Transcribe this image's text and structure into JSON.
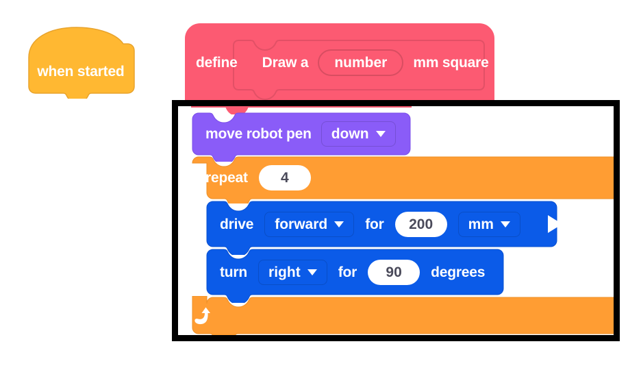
{
  "palette": {
    "hat_yellow": "#ffb832",
    "define_pink": "#fc5a72",
    "pen_purple": "#8a5cf8",
    "loop_orange": "#ff9d33",
    "drive_blue": "#0b5be8",
    "frame_black": "#000000",
    "canvas_white": "#ffffff",
    "number_text": "#4a4a5a"
  },
  "hat_block": {
    "label": "when started",
    "icon": "hat-block-shape"
  },
  "define_block": {
    "keyword": "define",
    "prototype": {
      "prefix": "Draw a",
      "parameter": "number",
      "suffix": "mm square"
    }
  },
  "code_frame": {
    "highlight": "black-border-frame",
    "blocks": [
      {
        "id": "move-robot-pen",
        "kind": "stack",
        "color": "#8a5cf8",
        "label": "move robot pen",
        "dropdown": {
          "value": "down",
          "icon": "chevron-down-icon"
        }
      },
      {
        "id": "repeat",
        "kind": "c-loop",
        "color": "#ff9d33",
        "label": "repeat",
        "count": "4",
        "loop_icon": "loop-arrow-icon"
      },
      {
        "id": "drive",
        "kind": "stack",
        "color": "#0b5be8",
        "label": "drive",
        "direction": {
          "value": "forward",
          "icon": "chevron-down-icon"
        },
        "connector": "for",
        "amount": "200",
        "units": {
          "value": "mm",
          "icon": "chevron-down-icon"
        },
        "run_icon": "play-icon"
      },
      {
        "id": "turn",
        "kind": "stack",
        "color": "#0b5be8",
        "label": "turn",
        "direction": {
          "value": "right",
          "icon": "chevron-down-icon"
        },
        "connector": "for",
        "amount": "90",
        "units_text": "degrees",
        "run_icon": "play-icon"
      }
    ]
  }
}
